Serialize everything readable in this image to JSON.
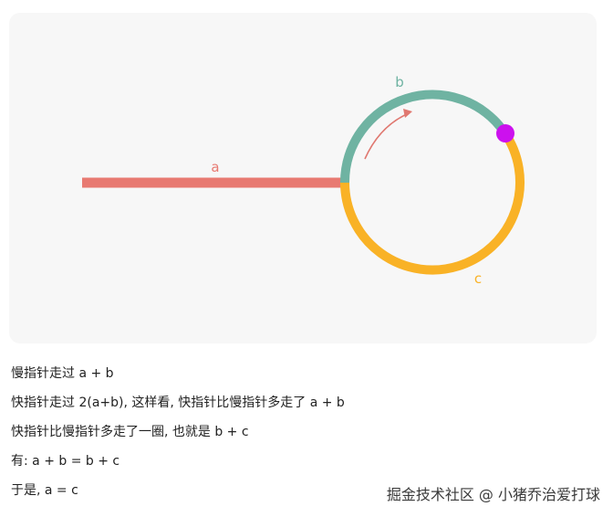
{
  "diagram": {
    "labels": {
      "a": "a",
      "b": "b",
      "c": "c"
    },
    "colors": {
      "a": "#e87a72",
      "b": "#6fb3a2",
      "c": "#f9b226",
      "meet_point": "#cc11ee",
      "direction_arrow": "#e07870",
      "background": "#f7f7f7"
    }
  },
  "text": {
    "line1": "慢指针走过 a + b",
    "line2": "快指针走过 2(a+b), 这样看, 快指针比慢指针多走了 a + b",
    "line3": "快指针比慢指针多走了一圈, 也就是 b + c",
    "line4": "有: a + b = b + c",
    "line5": "于是, a = c"
  },
  "watermark": "掘金技术社区 @ 小猪乔治爱打球"
}
